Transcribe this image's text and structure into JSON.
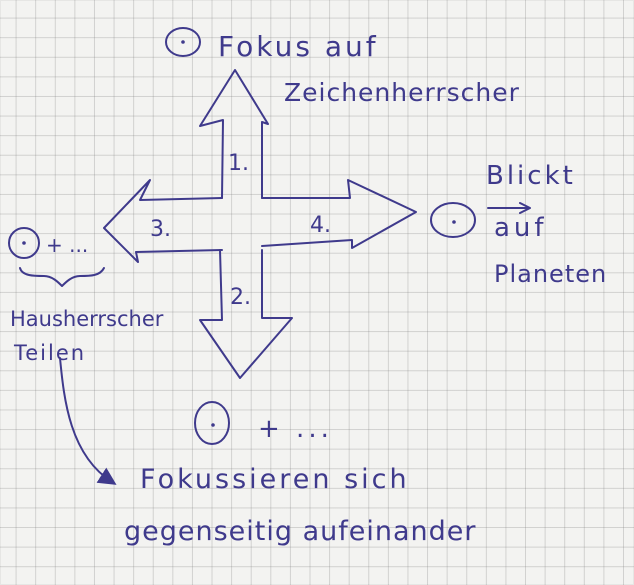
{
  "colors": {
    "ink": "#3f3a8c",
    "paper": "#f3f3f1",
    "grid": "#9a9a9a"
  },
  "top_node": {
    "symbol": "sun-symbol",
    "label_line1": "Fokus auf",
    "label_line2": "Zeichenherrscher"
  },
  "right_node": {
    "symbol": "sun-symbol",
    "label_line1": "Blickt",
    "label_line2": "auf",
    "label_line3": "Planeten"
  },
  "left_node": {
    "symbol": "sun-symbol",
    "suffix": "+ ...",
    "label_line1": "Hausherrscher",
    "label_line2": "Teilen"
  },
  "bottom_node": {
    "symbol": "sun-symbol",
    "suffix": "+ ..."
  },
  "arrows": {
    "up": "1.",
    "down": "2.",
    "left": "3.",
    "right": "4."
  },
  "note": {
    "line1": "Fokussieren sich",
    "line2": "gegenseitig aufeinander"
  }
}
